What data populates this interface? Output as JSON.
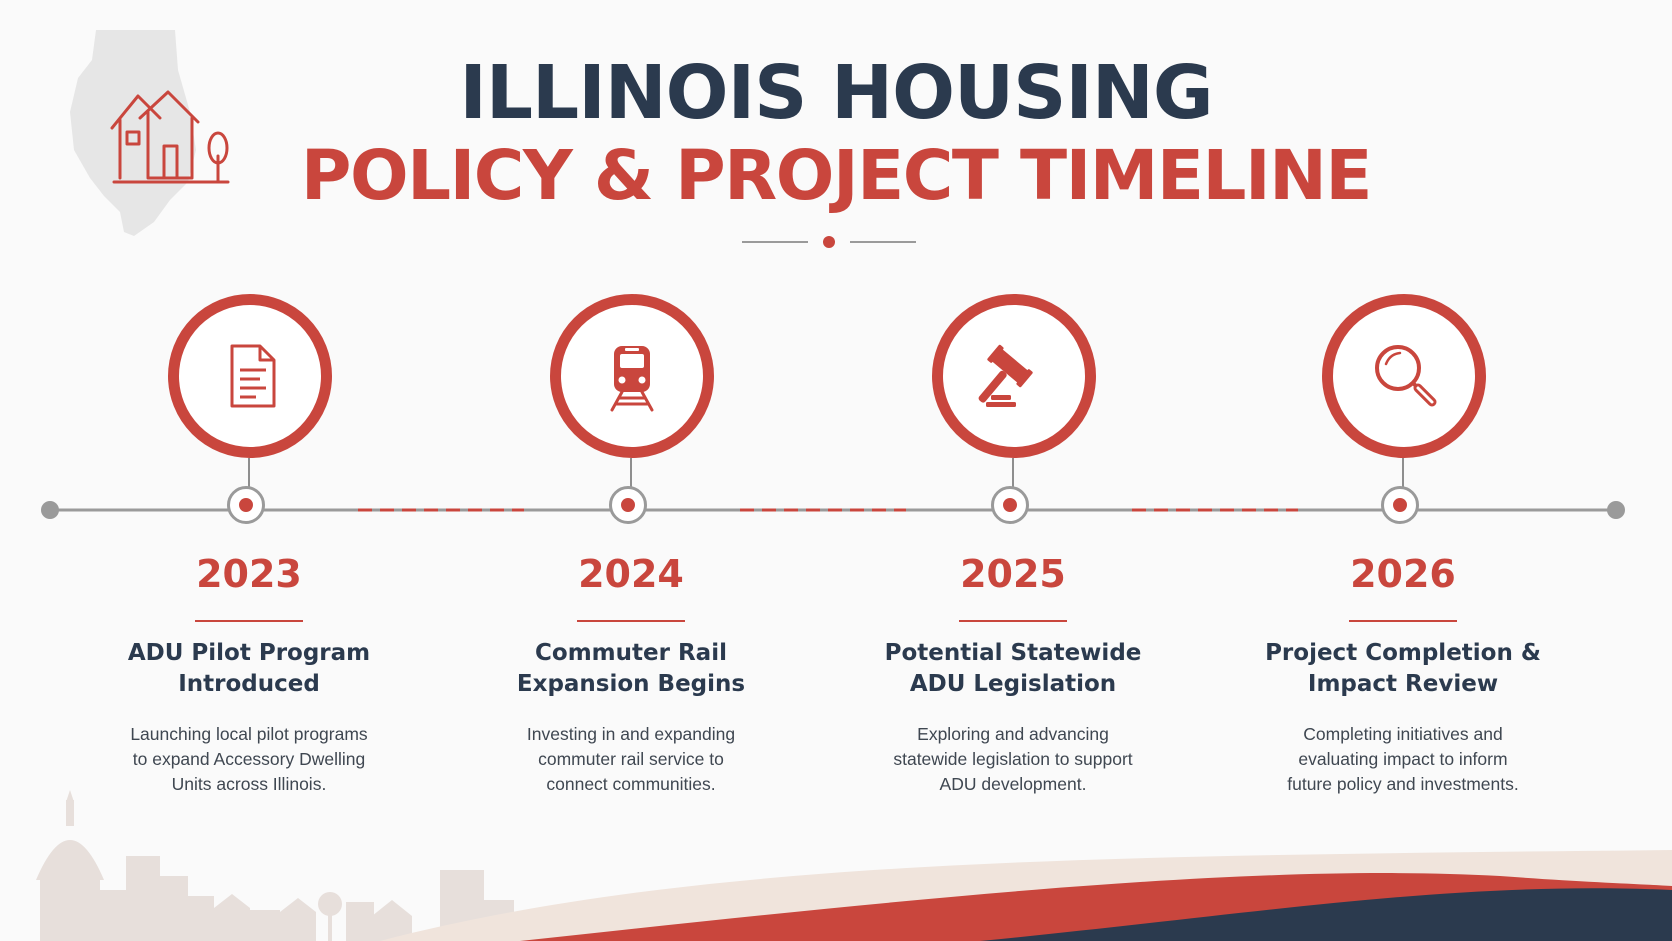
{
  "title": {
    "line1": "ILLINOIS HOUSING",
    "line2": "POLICY & PROJECT TIMELINE"
  },
  "colors": {
    "accent": "#c9463d",
    "navy": "#2b3a4e",
    "line": "#9a9a9a",
    "background": "#fafafa"
  },
  "milestones": [
    {
      "year": "2023",
      "icon": "document-icon",
      "heading_line1": "ADU Pilot Program",
      "heading_line2": "Introduced",
      "body_line1": "Launching local pilot programs",
      "body_line2": "to expand Accessory Dwelling",
      "body_line3": "Units across Illinois."
    },
    {
      "year": "2024",
      "icon": "train-icon",
      "heading_line1": "Commuter Rail",
      "heading_line2": "Expansion Begins",
      "body_line1": "Investing in and expanding",
      "body_line2": "commuter rail service to",
      "body_line3": "connect communities."
    },
    {
      "year": "2025",
      "icon": "gavel-icon",
      "heading_line1": "Potential Statewide",
      "heading_line2": "ADU Legislation",
      "body_line1": "Exploring and advancing",
      "body_line2": "statewide legislation to support",
      "body_line3": "ADU development."
    },
    {
      "year": "2026",
      "icon": "magnifier-icon",
      "heading_line1": "Project Completion &",
      "heading_line2": "Impact Review",
      "body_line1": "Completing initiatives and",
      "body_line2": "evaluating impact to inform",
      "body_line3": "future policy and investments."
    }
  ]
}
